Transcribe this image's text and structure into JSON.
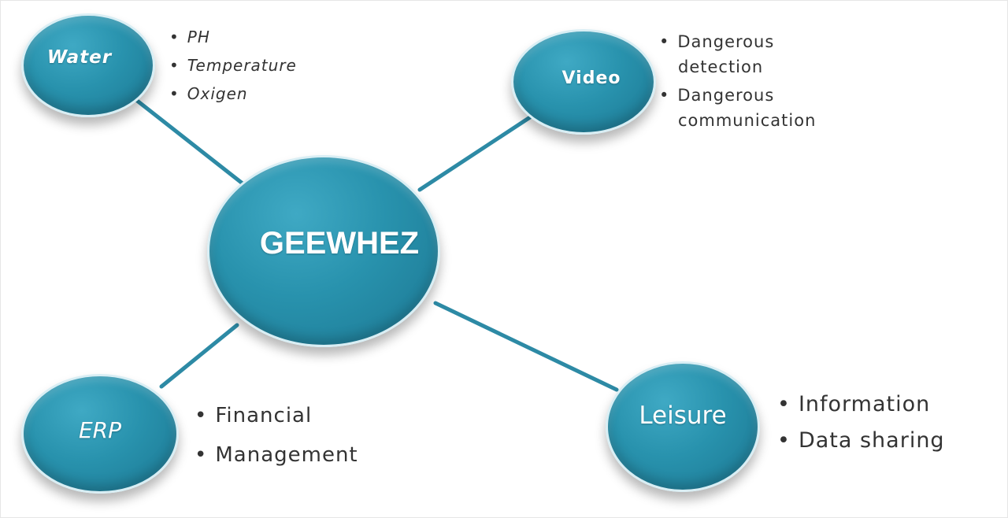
{
  "center": {
    "label": "GEEWHEZ"
  },
  "nodes": {
    "water": {
      "label": "Water",
      "items": [
        "PH",
        "Temperature",
        "Oxigen"
      ]
    },
    "video": {
      "label": "Video",
      "items": [
        {
          "line1": "Dangerous",
          "line2": "detection"
        },
        {
          "line1": "Dangerous",
          "line2": "communication"
        }
      ]
    },
    "erp": {
      "label": "ERP",
      "items": [
        "Financial",
        "Management"
      ]
    },
    "leisure": {
      "label": "Leisure",
      "items": [
        "Information",
        "Data sharing"
      ]
    }
  },
  "colors": {
    "node_fill": "#2892ad",
    "connector": "#2d8aa5",
    "text_dark": "#333333"
  },
  "bullet_glyph": "•"
}
